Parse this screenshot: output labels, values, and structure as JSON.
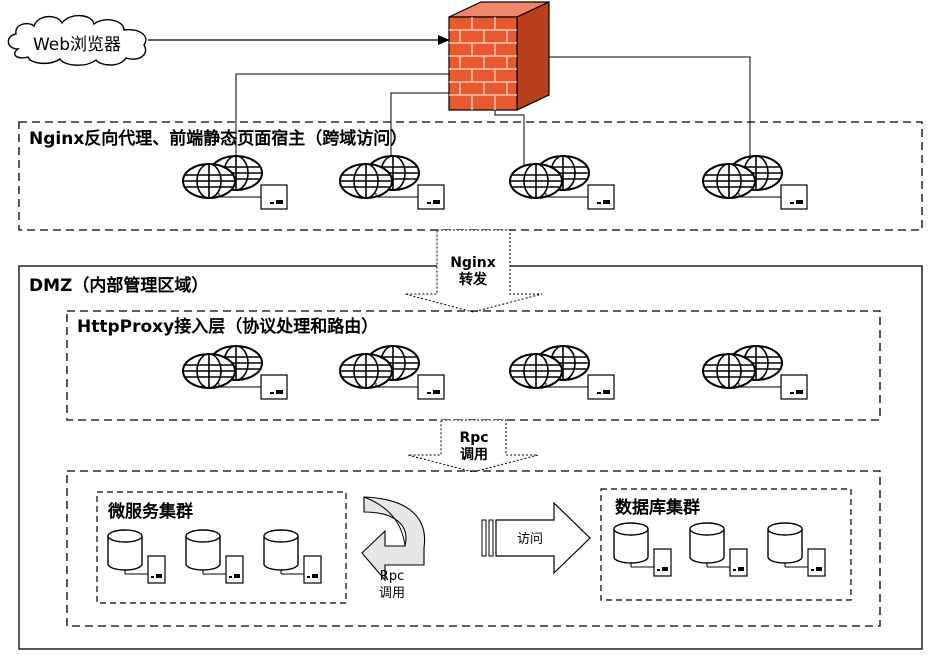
{
  "browser": {
    "label": "Web浏览器"
  },
  "nginx_zone": {
    "title": "Nginx反向代理、前端静态页面宿主（跨域访问）"
  },
  "forward_arrow": {
    "line1": "Nginx",
    "line2": "转发"
  },
  "dmz": {
    "title": "DMZ（内部管理区域）"
  },
  "proxy_layer": {
    "title": "HttpProxy接入层（协议处理和路由）"
  },
  "rpc_arrow": {
    "line1": "Rpc",
    "line2": "调用"
  },
  "micro_cluster": {
    "title": "微服务集群"
  },
  "db_cluster": {
    "title": "数据库集群"
  },
  "curved_arrow": {
    "line1": "Rpc",
    "line2": "调用"
  },
  "access_arrow": {
    "label": "访问"
  },
  "colors": {
    "firewall": "#e8592e",
    "firewall_dark": "#b8401c",
    "arrow_fill": "#e6e6e6"
  }
}
